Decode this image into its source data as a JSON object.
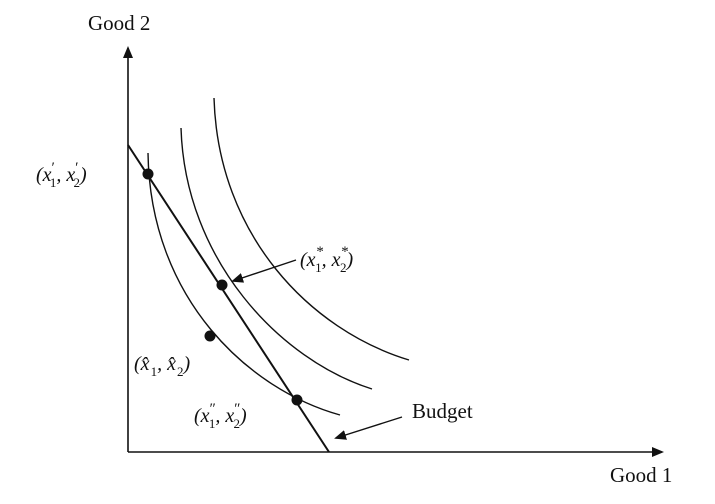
{
  "axes": {
    "y_label": "Good 2",
    "x_label": "Good 1"
  },
  "budget": {
    "label": "Budget"
  },
  "points": {
    "x_prime": {
      "a": "x",
      "a_sub": "1",
      "a_mark": "′",
      "b": "x",
      "b_sub": "2",
      "b_mark": "′"
    },
    "x_star": {
      "a": "x",
      "a_sub": "1",
      "a_mark": "*",
      "b": "x",
      "b_sub": "2",
      "b_mark": "*"
    },
    "x_hat": {
      "a": "x̂",
      "a_sub": "1",
      "b": "x̂",
      "b_sub": "2"
    },
    "x_dprime": {
      "a": "x",
      "a_sub": "1",
      "a_mark": "″",
      "b": "x",
      "b_sub": "2",
      "b_mark": "″"
    }
  },
  "curves": [
    "indifference-curve-low",
    "indifference-curve-mid",
    "indifference-curve-high"
  ]
}
